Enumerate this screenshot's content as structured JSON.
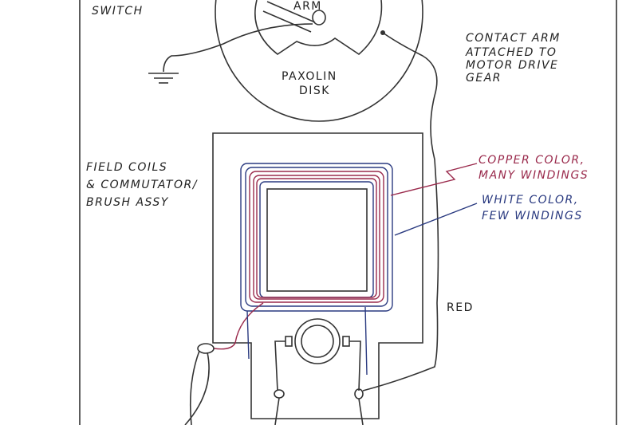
{
  "labels": {
    "switch": "SWITCH",
    "contact_arm_top": "ARM",
    "paxolin_line1": "PAXOLIN",
    "paxolin_line2": "DISK",
    "contact_arm_note": [
      "CONTACT ARM",
      "ATTACHED TO",
      "MOTOR DRIVE",
      "GEAR"
    ],
    "field_coils": [
      "FIELD COILS",
      "& COMMUTATOR/",
      "BRUSH ASSY"
    ],
    "copper": [
      "COPPER COLOR,",
      "MANY WINDINGS"
    ],
    "white": [
      "WHITE COLOR,",
      "FEW WINDINGS"
    ],
    "red_wire": "RED"
  },
  "colors": {
    "copper_winding": "#9a2a4c",
    "white_winding": "#2a3a80",
    "ink": "#333333"
  }
}
